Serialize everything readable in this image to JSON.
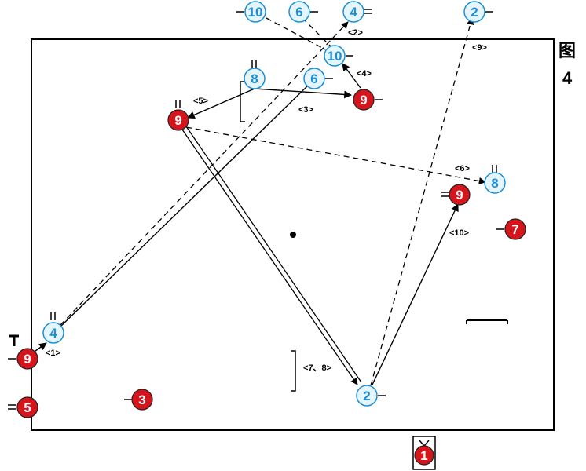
{
  "side_label": {
    "char": "图",
    "number": "4"
  },
  "colors": {
    "teamA_fill": "#d5141b",
    "teamA_text": "#ffffff",
    "teamB_fill": "#e6f4fb",
    "teamB_stroke": "#1a8fd6",
    "teamB_text": "#1a8fd6",
    "line": "#000000"
  },
  "players": [
    {
      "id": "b10-top",
      "team": "B",
      "number": "10"
    },
    {
      "id": "b6-top",
      "team": "B",
      "number": "6"
    },
    {
      "id": "b4-top",
      "team": "B",
      "number": "4"
    },
    {
      "id": "b2-top",
      "team": "B",
      "number": "2"
    },
    {
      "id": "b10-mid",
      "team": "B",
      "number": "10"
    },
    {
      "id": "b8-upper",
      "team": "B",
      "number": "8"
    },
    {
      "id": "b6-upper",
      "team": "B",
      "number": "6"
    },
    {
      "id": "r9-upper-right",
      "team": "A",
      "number": "9"
    },
    {
      "id": "r9-upper-left",
      "team": "A",
      "number": "9"
    },
    {
      "id": "b8-right",
      "team": "B",
      "number": "8"
    },
    {
      "id": "r9-right",
      "team": "A",
      "number": "9"
    },
    {
      "id": "r7",
      "team": "A",
      "number": "7"
    },
    {
      "id": "b4-left",
      "team": "B",
      "number": "4"
    },
    {
      "id": "r9-left",
      "team": "A",
      "number": "9"
    },
    {
      "id": "r5",
      "team": "A",
      "number": "5"
    },
    {
      "id": "r3",
      "team": "A",
      "number": "3"
    },
    {
      "id": "b2-bottom",
      "team": "B",
      "number": "2"
    },
    {
      "id": "r1-goalie",
      "team": "A",
      "number": "1"
    }
  ],
  "steps": [
    "<1>",
    "<2>",
    "<3>",
    "<4>",
    "<5>",
    "<6>",
    "<7、8>",
    "<9>",
    "<10>"
  ],
  "movements": [
    {
      "step": "<1>",
      "type": "pass",
      "style": "solid"
    },
    {
      "step": "<2>",
      "type": "pass",
      "style": "dashed"
    },
    {
      "step": "<3>",
      "type": "pass",
      "style": "solid"
    },
    {
      "step": "<4>",
      "type": "pass",
      "style": "solid"
    },
    {
      "step": "<5>",
      "type": "pass",
      "style": "solid"
    },
    {
      "step": "<6>",
      "type": "pass",
      "style": "dashed"
    },
    {
      "step": "<7、8>",
      "type": "dribble",
      "style": "double"
    },
    {
      "step": "<9>",
      "type": "pass",
      "style": "dashed"
    },
    {
      "step": "<10>",
      "type": "pass",
      "style": "solid"
    }
  ]
}
